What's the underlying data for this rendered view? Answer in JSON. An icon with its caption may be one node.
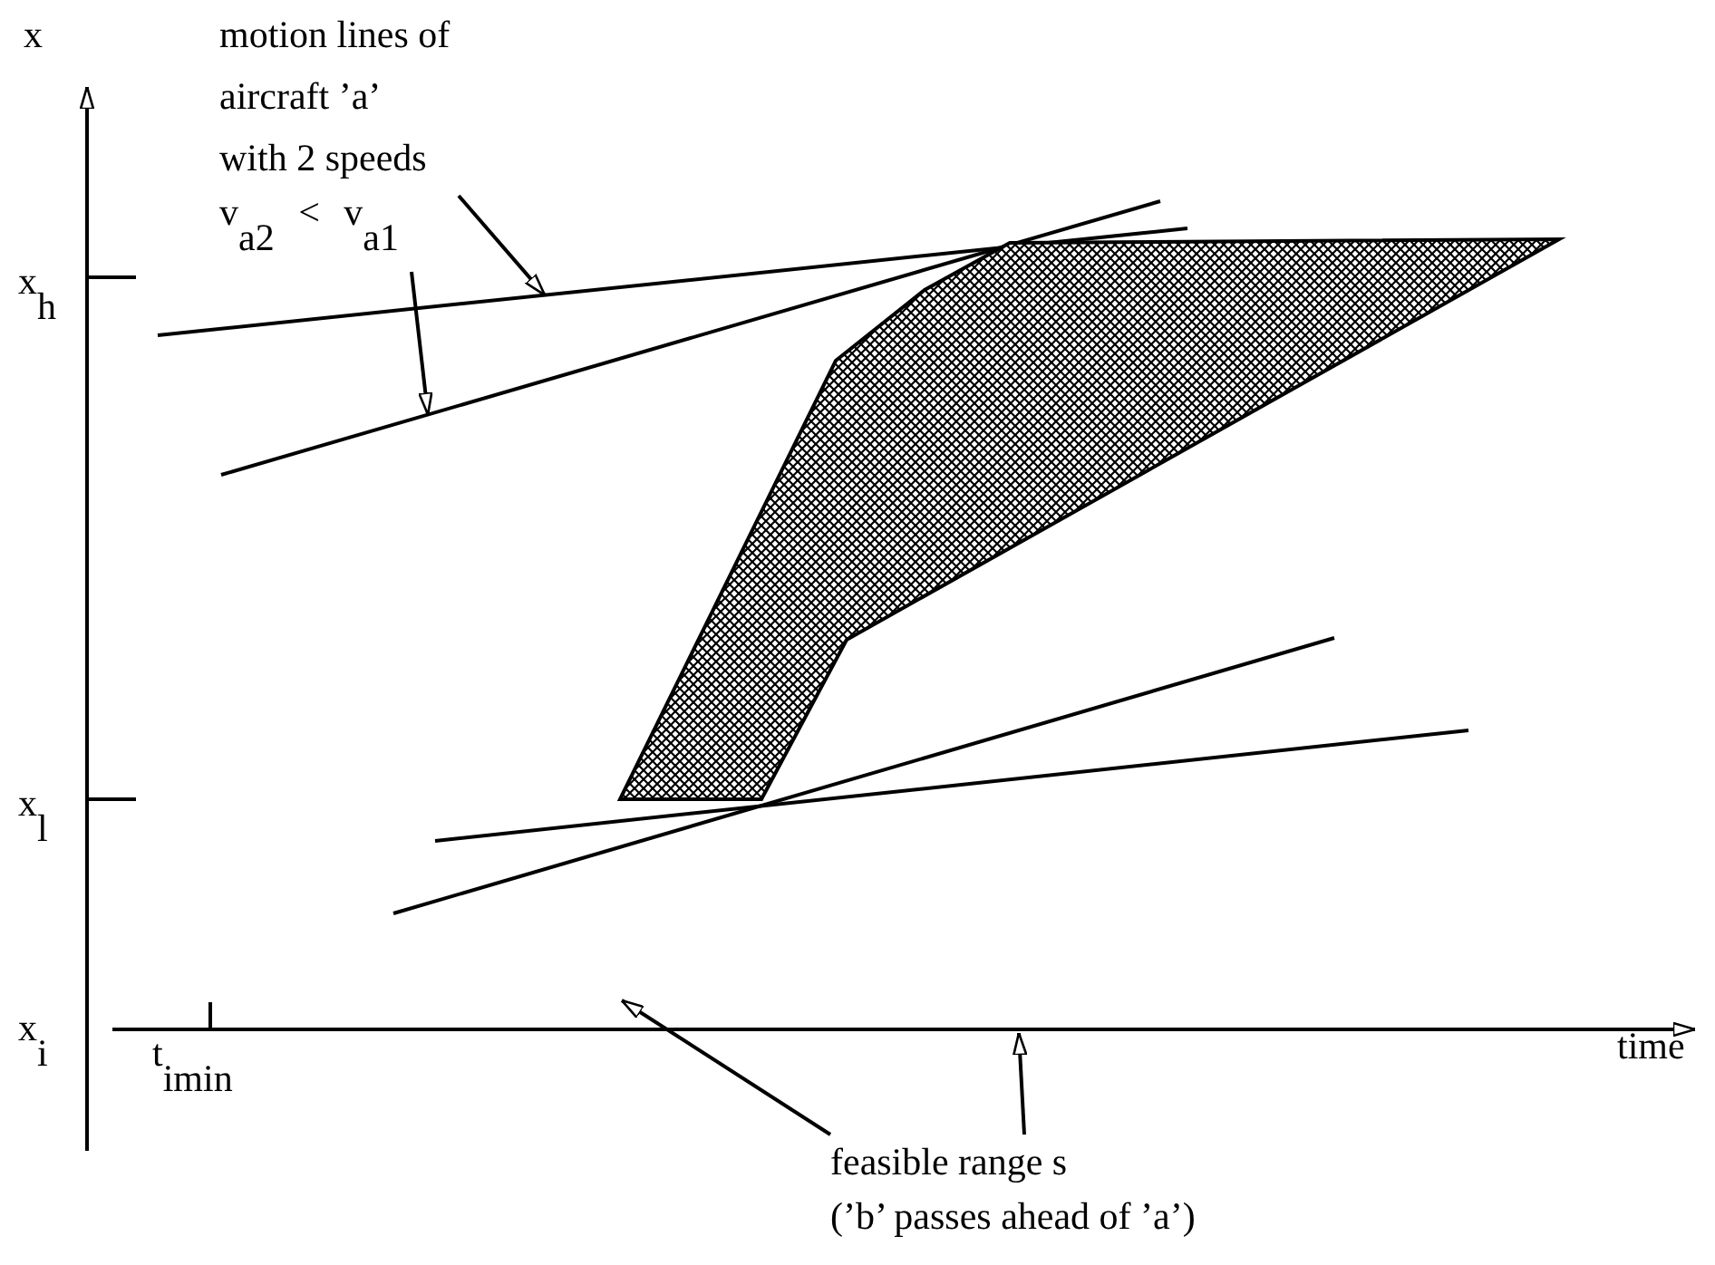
{
  "diagram": {
    "nodes": [
      {
        "text": [
          "motion lines of aircraft ’a’",
          "with 2 speeds",
          "v$_{a2}$ < v$_{a1}$"
        ]
      },
      {
        "text": [],
        "shape": "line"
      },
      {
        "text": [],
        "shape": "line"
      },
      {
        "text": [],
        "shape": "polygon"
      },
      {
        "text": [],
        "shape": "line"
      },
      {
        "text": [],
        "shape": "line"
      },
      {
        "text": [
          "feasible range s",
          "(’b’ passes ahead of ’a’)"
        ]
      }
    ],
    "edges": [
      {
        "from": 0,
        "to": 1,
        "arrow": "to"
      },
      {
        "from": 0,
        "to": 2,
        "arrow": "to"
      },
      {
        "from": 6,
        "to": null,
        "arrow": "to"
      },
      {
        "from": 6,
        "to": null,
        "arrow": "to"
      }
    ],
    "labels": [
      "x",
      "x$_{h}$",
      "x$_{l}$",
      "x$_{i}$",
      "t$_{imin}$",
      "time"
    ]
  }
}
